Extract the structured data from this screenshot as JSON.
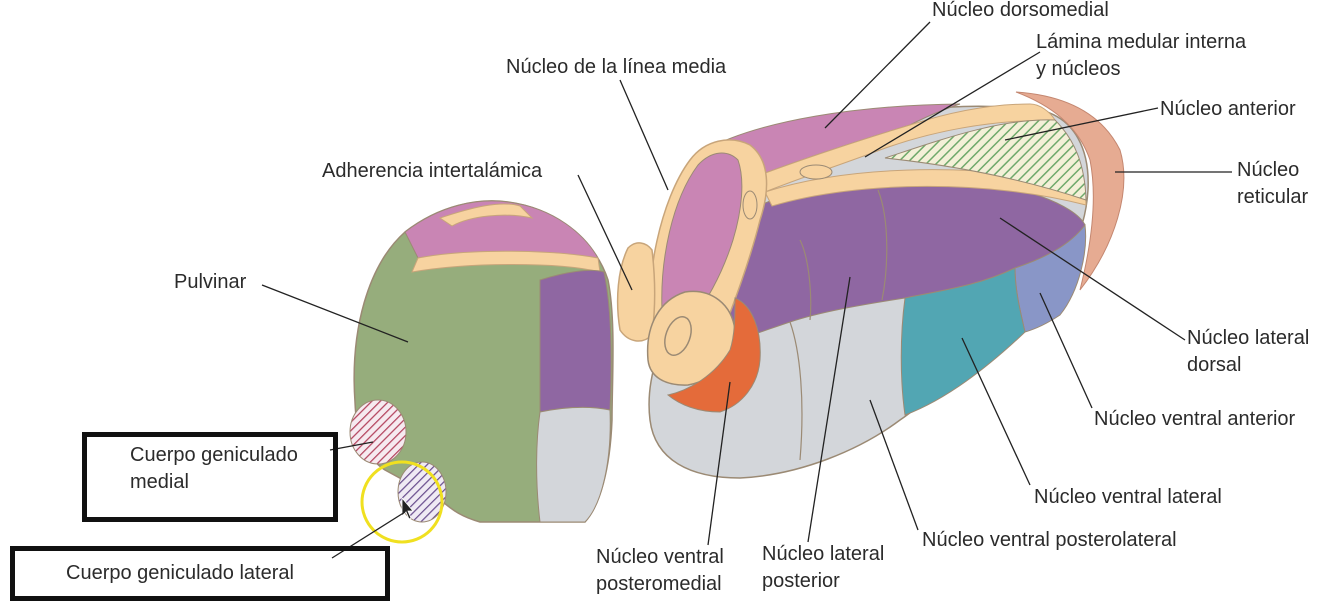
{
  "labels": {
    "dorsomedial": "Núcleo dorsomedial",
    "lamina_1": "Lámina medular interna",
    "lamina_2": "y núcleos",
    "linea_media": "Núcleo de la línea media",
    "anterior": "Núcleo anterior",
    "reticular_1": "Núcleo",
    "reticular_2": "reticular",
    "adherencia": "Adherencia intertalámica",
    "pulvinar": "Pulvinar",
    "lateral_dorsal_1": "Núcleo lateral",
    "lateral_dorsal_2": "dorsal",
    "ventral_anterior": "Núcleo ventral anterior",
    "medial_gen_1": "Cuerpo geniculado",
    "medial_gen_2": "medial",
    "ventral_lateral": "Núcleo ventral lateral",
    "lateral_gen": "Cuerpo geniculado lateral",
    "vpm_1": "Núcleo ventral",
    "vpm_2": "posteromedial",
    "lateral_post_1": "Núcleo lateral",
    "lateral_post_2": "posterior",
    "vpl": "Núcleo ventral posterolateral"
  },
  "colors": {
    "pulvinar": "#96ad7c",
    "dorsomedial": "#c985b4",
    "lateral_group": "#8f67a2",
    "ventral_lateral": "#52a6b3",
    "ventral_anterior": "#8996c7",
    "ventral_posterior": "#d3d6da",
    "vpm": "#e46b3a",
    "lamina": "#f7d3a0",
    "reticular": "#e6ab92",
    "anterior_hatch": "#6fa96b",
    "geniculate_hatch": "#b4455f",
    "highlight_circle": "#f0e020",
    "label_box": "#111111"
  }
}
